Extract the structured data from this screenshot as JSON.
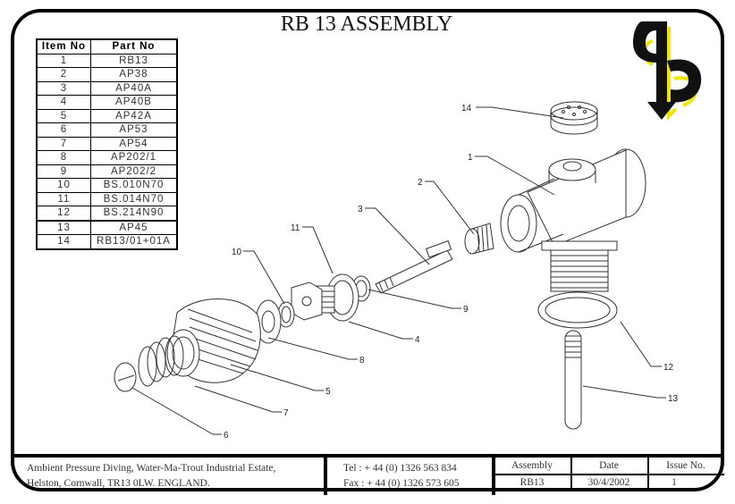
{
  "title": "RB 13 ASSEMBLY",
  "parts_table": {
    "headers": [
      "Item No",
      "Part No"
    ],
    "rows": [
      {
        "item": "1",
        "part": "RB13"
      },
      {
        "item": "2",
        "part": "AP38"
      },
      {
        "item": "3",
        "part": "AP40A"
      },
      {
        "item": "4",
        "part": "AP40B"
      },
      {
        "item": "5",
        "part": "AP42A"
      },
      {
        "item": "6",
        "part": "AP53"
      },
      {
        "item": "7",
        "part": "AP54"
      },
      {
        "item": "8",
        "part": "AP202/1"
      },
      {
        "item": "9",
        "part": "AP202/2"
      },
      {
        "item": "10",
        "part": "BS.010N70"
      },
      {
        "item": "11",
        "part": "BS.014N70"
      },
      {
        "item": "12",
        "part": "BS.214N90"
      },
      {
        "item": "13",
        "part": "AP45"
      },
      {
        "item": "14",
        "part": "RB13/01+01A"
      }
    ]
  },
  "logo": {
    "name": "ambient-pressure-diving-logo",
    "colors": {
      "primary": "#111111",
      "accent": "#f2e600"
    }
  },
  "callouts": {
    "c1": "1",
    "c2": "2",
    "c3": "3",
    "c4": "4",
    "c5": "5",
    "c6": "6",
    "c7": "7",
    "c8": "8",
    "c9": "9",
    "c10": "10",
    "c11": "11",
    "c12": "12",
    "c13": "13",
    "c14": "14"
  },
  "title_block": {
    "address_line1": "Ambient Pressure Diving, Water-Ma-Trout Industrial Estate,",
    "address_line2": "Helston, Cornwall, TR13 0LW. ENGLAND.",
    "tel": "Tel : + 44 (0) 1326 563 834",
    "fax": "Fax : + 44 (0) 1326 573 605",
    "assembly_label": "Assembly",
    "date_label": "Date",
    "issue_label": "Issue No.",
    "assembly_value": "RB13",
    "date_value": "30/4/2002",
    "issue_value": "1"
  }
}
